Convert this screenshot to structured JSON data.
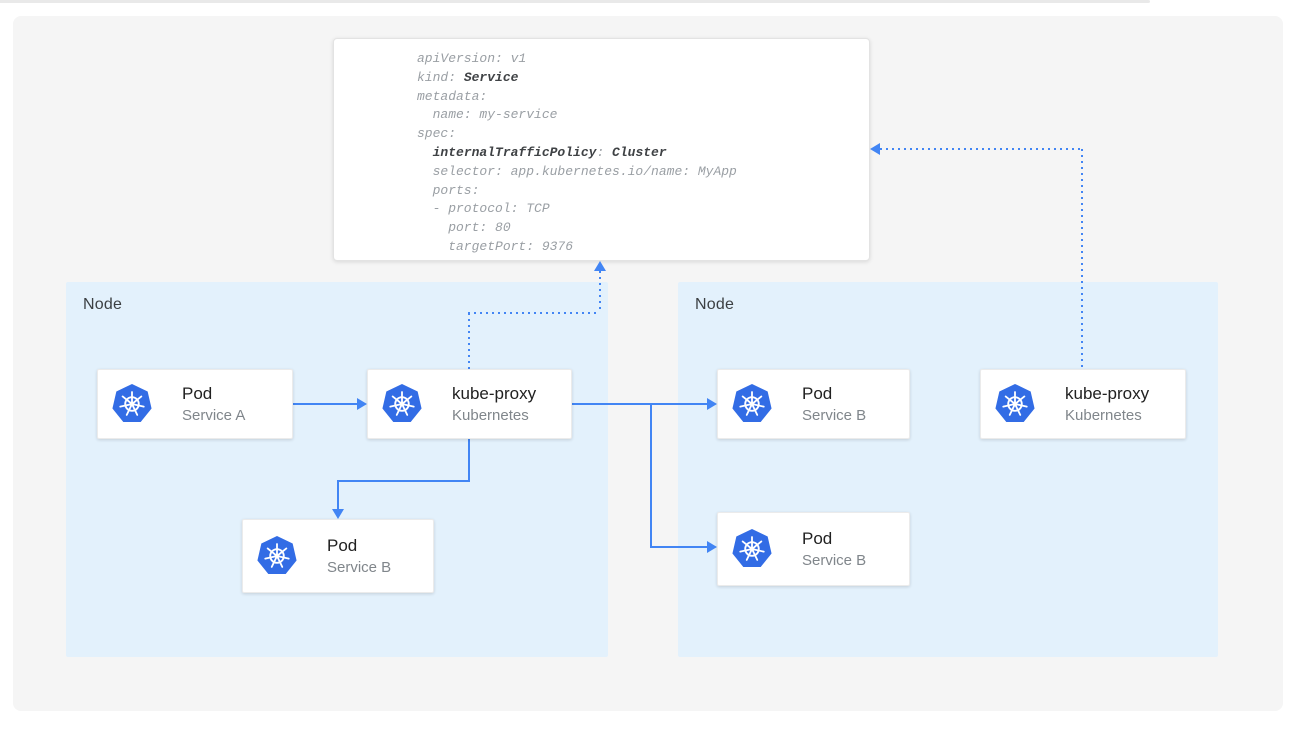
{
  "colors": {
    "accent_blue": "#4285f4",
    "k8s_logo_blue": "#326ce5",
    "node_bg": "#e3f1fc",
    "canvas_bg": "#f5f5f5",
    "card_title": "#212121",
    "card_subtitle": "#80868b",
    "yaml_text": "#9a9fa4",
    "yaml_bold": "#3f4245"
  },
  "yaml_panel": {
    "lines": {
      "l1": {
        "t1": "apiVersion: v1"
      },
      "l2": {
        "t1": "kind: ",
        "b1": "Service"
      },
      "l3": {
        "t1": "metadata:"
      },
      "l4": {
        "t1": "  name: my-service"
      },
      "l5": {
        "t1": "spec:"
      },
      "l6": {
        "t1": "  ",
        "b1": "internalTrafficPolicy",
        "t2": ": ",
        "b2": "Cluster"
      },
      "l7": {
        "t1": "  selector: app.kubernetes.io/name: MyApp"
      },
      "l8": {
        "t1": "  ports:"
      },
      "l9": {
        "t1": "  - protocol: TCP"
      },
      "l10": {
        "t1": "    port: 80"
      },
      "l11": {
        "t1": "    targetPort: 9376"
      }
    }
  },
  "nodes": {
    "left": {
      "label": "Node"
    },
    "right": {
      "label": "Node"
    }
  },
  "cards": {
    "pod_service_a": {
      "title": "Pod",
      "subtitle": "Service A",
      "icon": "kubernetes-icon"
    },
    "kube_proxy_left": {
      "title": "kube-proxy",
      "subtitle": "Kubernetes",
      "icon": "kubernetes-icon"
    },
    "pod_service_b_left": {
      "title": "Pod",
      "subtitle": "Service B",
      "icon": "kubernetes-icon"
    },
    "pod_service_b_right_top": {
      "title": "Pod",
      "subtitle": "Service B",
      "icon": "kubernetes-icon"
    },
    "pod_service_b_right_bottom": {
      "title": "Pod",
      "subtitle": "Service B",
      "icon": "kubernetes-icon"
    },
    "kube_proxy_right": {
      "title": "kube-proxy",
      "subtitle": "Kubernetes",
      "icon": "kubernetes-icon"
    }
  }
}
